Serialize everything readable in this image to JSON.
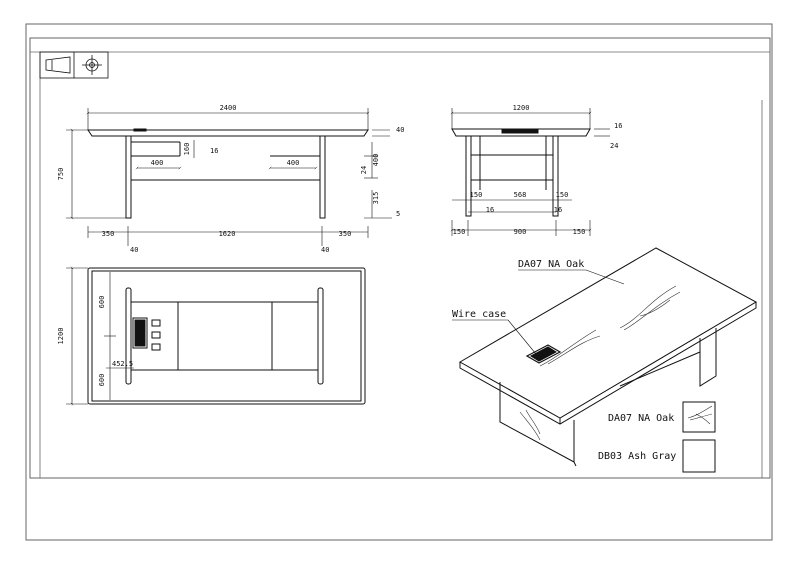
{
  "front_view": {
    "overall_width": "2400",
    "height": "750",
    "top_thickness": "40",
    "cable_tray_depth": "160",
    "tray_offset": "16",
    "tray_left_width": "400",
    "tray_right_width": "400",
    "side_400": "400",
    "side_24": "24",
    "side_315": "315",
    "foot_5": "5",
    "overhang_left": "350",
    "span": "1620",
    "overhang_right": "350",
    "leg_left": "40",
    "leg_right": "40"
  },
  "side_view": {
    "overall_depth": "1200",
    "top_16": "16",
    "top_24": "24",
    "inner_150_left": "150",
    "inner_568": "568",
    "inner_150_right": "150",
    "inner_16_left": "16",
    "inner_16_right": "16",
    "bottom_150_left": "150",
    "bottom_900": "900",
    "bottom_150_right": "150"
  },
  "plan_view": {
    "depth": "1200",
    "upper_600": "600",
    "lower_600": "600",
    "grommet_offset": "452.5"
  },
  "perspective": {
    "top_finish_label": "DA07 NA Oak",
    "wire_case_label": "Wire case"
  },
  "legend": [
    {
      "label": "DA07 NA Oak",
      "swatch": "oak-grain"
    },
    {
      "label": "DB03 Ash Gray",
      "swatch": "plain"
    }
  ],
  "colors": {
    "ink": "#111111",
    "border": "#555555",
    "background": "#ffffff"
  }
}
